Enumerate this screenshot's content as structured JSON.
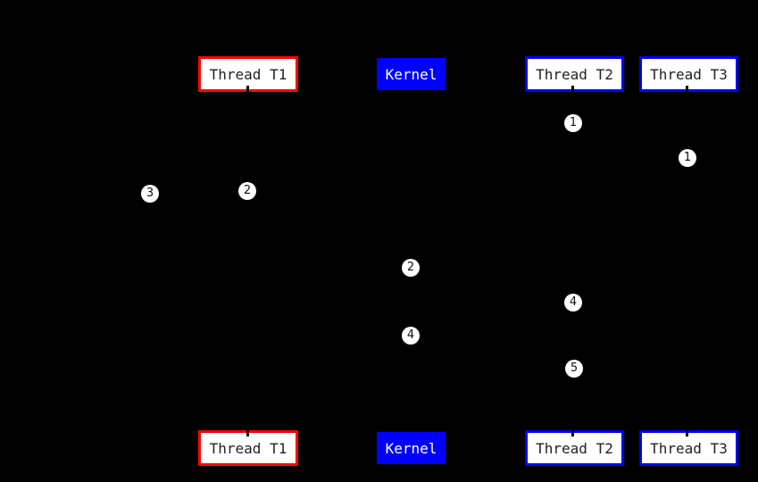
{
  "diagram": {
    "kind": "thread-kernel-sequence-diagram",
    "background": "#000000",
    "colors": {
      "thread_t1_border": "#ff0000",
      "thread_t2_t3_border": "#0000ff",
      "kernel_fill": "#0000ff",
      "kernel_text": "#ffffff",
      "participant_fill": "#ffffff",
      "participant_text": "#222222",
      "step_fill": "#ffffff",
      "step_text": "#111111",
      "lifeline": "#000000"
    },
    "participants": [
      {
        "label": "Thread T1",
        "style": "red-outline"
      },
      {
        "label": "Kernel",
        "style": "blue-solid"
      },
      {
        "label": "Thread T2",
        "style": "blue-outline"
      },
      {
        "label": "Thread T3",
        "style": "blue-outline"
      }
    ],
    "steps": [
      {
        "label": "1",
        "lane": "Thread T2"
      },
      {
        "label": "1",
        "lane": "Thread T3"
      },
      {
        "label": "2",
        "lane": "Thread T1"
      },
      {
        "label": "3",
        "lane": "left of Thread T1"
      },
      {
        "label": "2",
        "lane": "Kernel"
      },
      {
        "label": "4",
        "lane": "Thread T2"
      },
      {
        "label": "4",
        "lane": "Kernel"
      },
      {
        "label": "5",
        "lane": "Thread T2"
      }
    ]
  }
}
